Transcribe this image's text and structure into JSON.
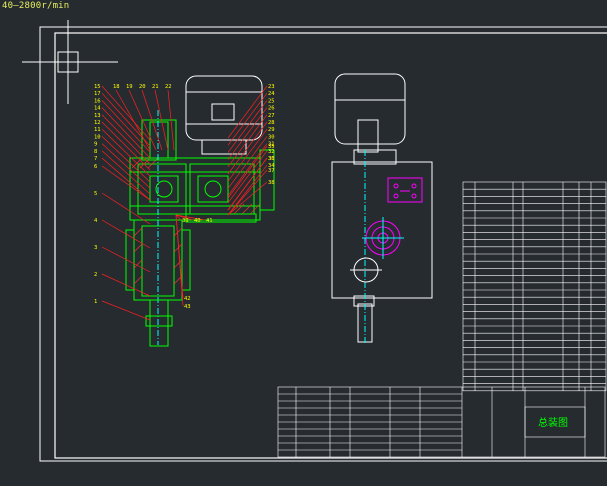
{
  "header": {
    "speed_note": "40—2800r/min"
  },
  "drawing": {
    "title_block_name": "总装图",
    "colors": {
      "background": "#262b30",
      "frame": "#ffffff",
      "part": "#00ff00",
      "leader": "#ff2020",
      "label": "#ffff00",
      "highlight": "#ff00ff",
      "axis": "#00ffff"
    },
    "front_view_labels": {
      "top": [
        "18",
        "19",
        "20",
        "21",
        "22"
      ],
      "left": [
        "15",
        "17",
        "16",
        "14",
        "13",
        "12",
        "11",
        "10",
        "9",
        "8",
        "7",
        "6",
        "5",
        "4",
        "3",
        "2",
        "1"
      ],
      "right": [
        "23",
        "24",
        "25",
        "26",
        "27",
        "28",
        "29",
        "30",
        "31",
        "32",
        "33",
        "34",
        "35",
        "36",
        "37",
        "38",
        "39",
        "40",
        "41",
        "42",
        "43"
      ]
    }
  }
}
